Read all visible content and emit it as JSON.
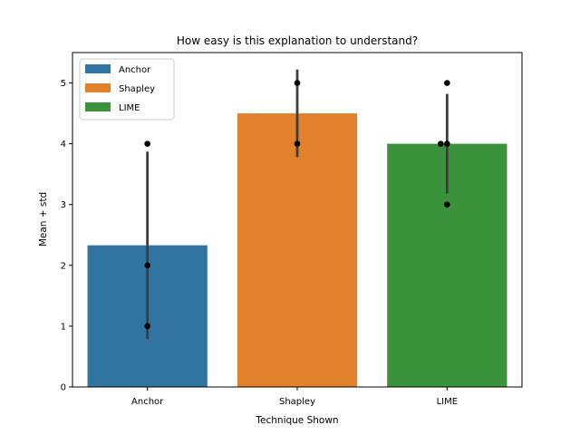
{
  "chart_data": {
    "type": "bar",
    "title": "How easy is this explanation to understand?",
    "xlabel": "Technique Shown",
    "ylabel": "Mean + std",
    "ylim": [
      0,
      5.5
    ],
    "yticks": [
      0,
      1,
      2,
      3,
      4,
      5
    ],
    "categories": [
      "Anchor",
      "Shapley",
      "LIME"
    ],
    "values": [
      2.33,
      4.5,
      4.0
    ],
    "error_bars": [
      {
        "low": 0.79,
        "high": 3.87
      },
      {
        "low": 3.78,
        "high": 5.22
      },
      {
        "low": 3.18,
        "high": 4.82
      }
    ],
    "points": [
      {
        "category": "Anchor",
        "values": [
          4,
          2,
          1
        ]
      },
      {
        "category": "Shapley",
        "values": [
          5,
          4
        ]
      },
      {
        "category": "LIME",
        "values": [
          5,
          4,
          4,
          3
        ]
      }
    ],
    "colors": [
      "#3274a1",
      "#e1812c",
      "#3a923a"
    ],
    "legend": {
      "position": "top-left",
      "entries": [
        "Anchor",
        "Shapley",
        "LIME"
      ]
    },
    "grid": false
  }
}
